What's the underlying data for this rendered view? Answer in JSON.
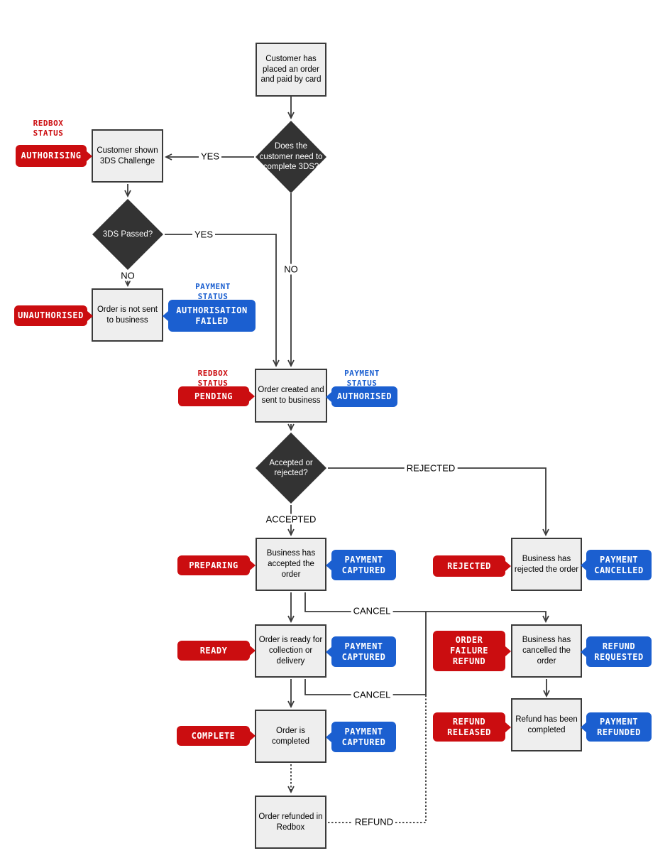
{
  "diagram": {
    "colors": {
      "red": "#cb0d10",
      "blue": "#1b5fd0",
      "diamond": "#333333",
      "node_fill": "#eeeeee",
      "node_border": "#3a3a3a",
      "line": "#3a3a3a"
    },
    "boxes": {
      "customer_paid": "Customer has placed an order and paid by card",
      "shown_3ds": "Customer shown 3DS Challenge",
      "not_sent": "Order is not sent to business",
      "order_created": "Order created and sent to business",
      "accepted": "Business has accepted the order",
      "rejected": "Business has rejected the order",
      "ready": "Order is ready for collection or delivery",
      "cancelled": "Business has cancelled the order",
      "completed": "Order is completed",
      "refund_completed": "Refund has been completed",
      "refunded_redbox": "Order refunded in Redbox"
    },
    "decisions": {
      "needs_3ds": "Does the customer need to complete 3DS?",
      "passed_3ds": "3DS Passed?",
      "accepted_rejected": "Accepted or rejected?"
    },
    "headers": {
      "redbox": "REDBOX STATUS",
      "payment": "PAYMENT STATUS"
    },
    "redbox_badges": {
      "authorising": "AUTHORISING",
      "unauthorised": "UNAUTHORISED",
      "pending": "PENDING",
      "preparing": "PREPARING",
      "rejected": "REJECTED",
      "ready": "READY",
      "order_failure_refund": "ORDER FAILURE REFUND",
      "complete": "COMPLETE",
      "refund_released": "REFUND RELEASED"
    },
    "payment_badges": {
      "authorisation_failed": "AUTHORISATION FAILED",
      "authorised": "AUTHORISED",
      "captured": "PAYMENT CAPTURED",
      "cancelled": "PAYMENT CANCELLED",
      "refund_requested": "REFUND REQUESTED",
      "refunded": "PAYMENT REFUNDED"
    },
    "edge_labels": {
      "yes": "YES",
      "no": "NO",
      "accepted": "ACCEPTED",
      "rejected": "REJECTED",
      "cancel": "CANCEL",
      "refund": "REFUND"
    }
  }
}
